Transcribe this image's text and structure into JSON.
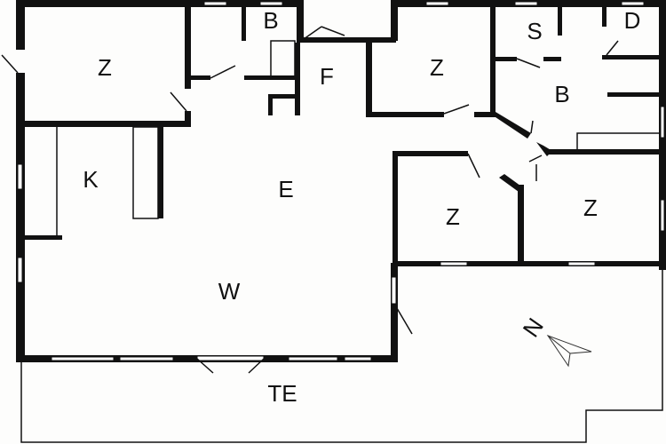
{
  "rooms": {
    "bedroom_top_left": "Z",
    "bath_top": "B",
    "hall": "F",
    "bedroom_top_center": "Z",
    "storage": "S",
    "shower": "D",
    "bath_right": "B",
    "kitchen": "K",
    "dining": "E",
    "living": "W",
    "bedroom_lower_center": "Z",
    "bedroom_lower_right": "Z",
    "terrace": "TE"
  },
  "north_label": "N"
}
